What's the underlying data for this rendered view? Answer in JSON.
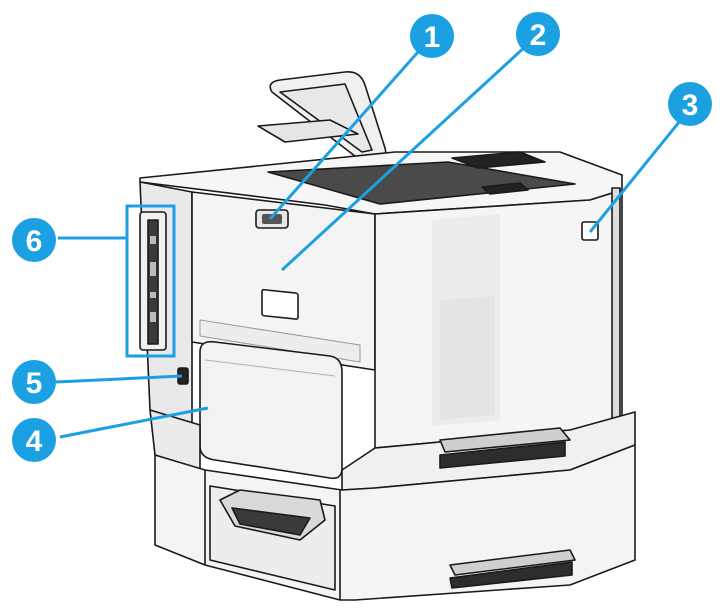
{
  "colors": {
    "accent": "#1ba1e2",
    "callout_text": "#ffffff",
    "printer_body": "#f3f3f3",
    "printer_outline": "#1a1a1a",
    "printer_shadow": "#d9d9d9",
    "panel_dark": "#333333"
  },
  "callouts": [
    {
      "number": "1",
      "target": "rear-door-release-latch"
    },
    {
      "number": "2",
      "target": "serial-number-label"
    },
    {
      "number": "3",
      "target": "right-cover-latch"
    },
    {
      "number": "4",
      "target": "rear-duplex-door"
    },
    {
      "number": "5",
      "target": "power-connector"
    },
    {
      "number": "6",
      "target": "interface-ports-panel"
    }
  ]
}
